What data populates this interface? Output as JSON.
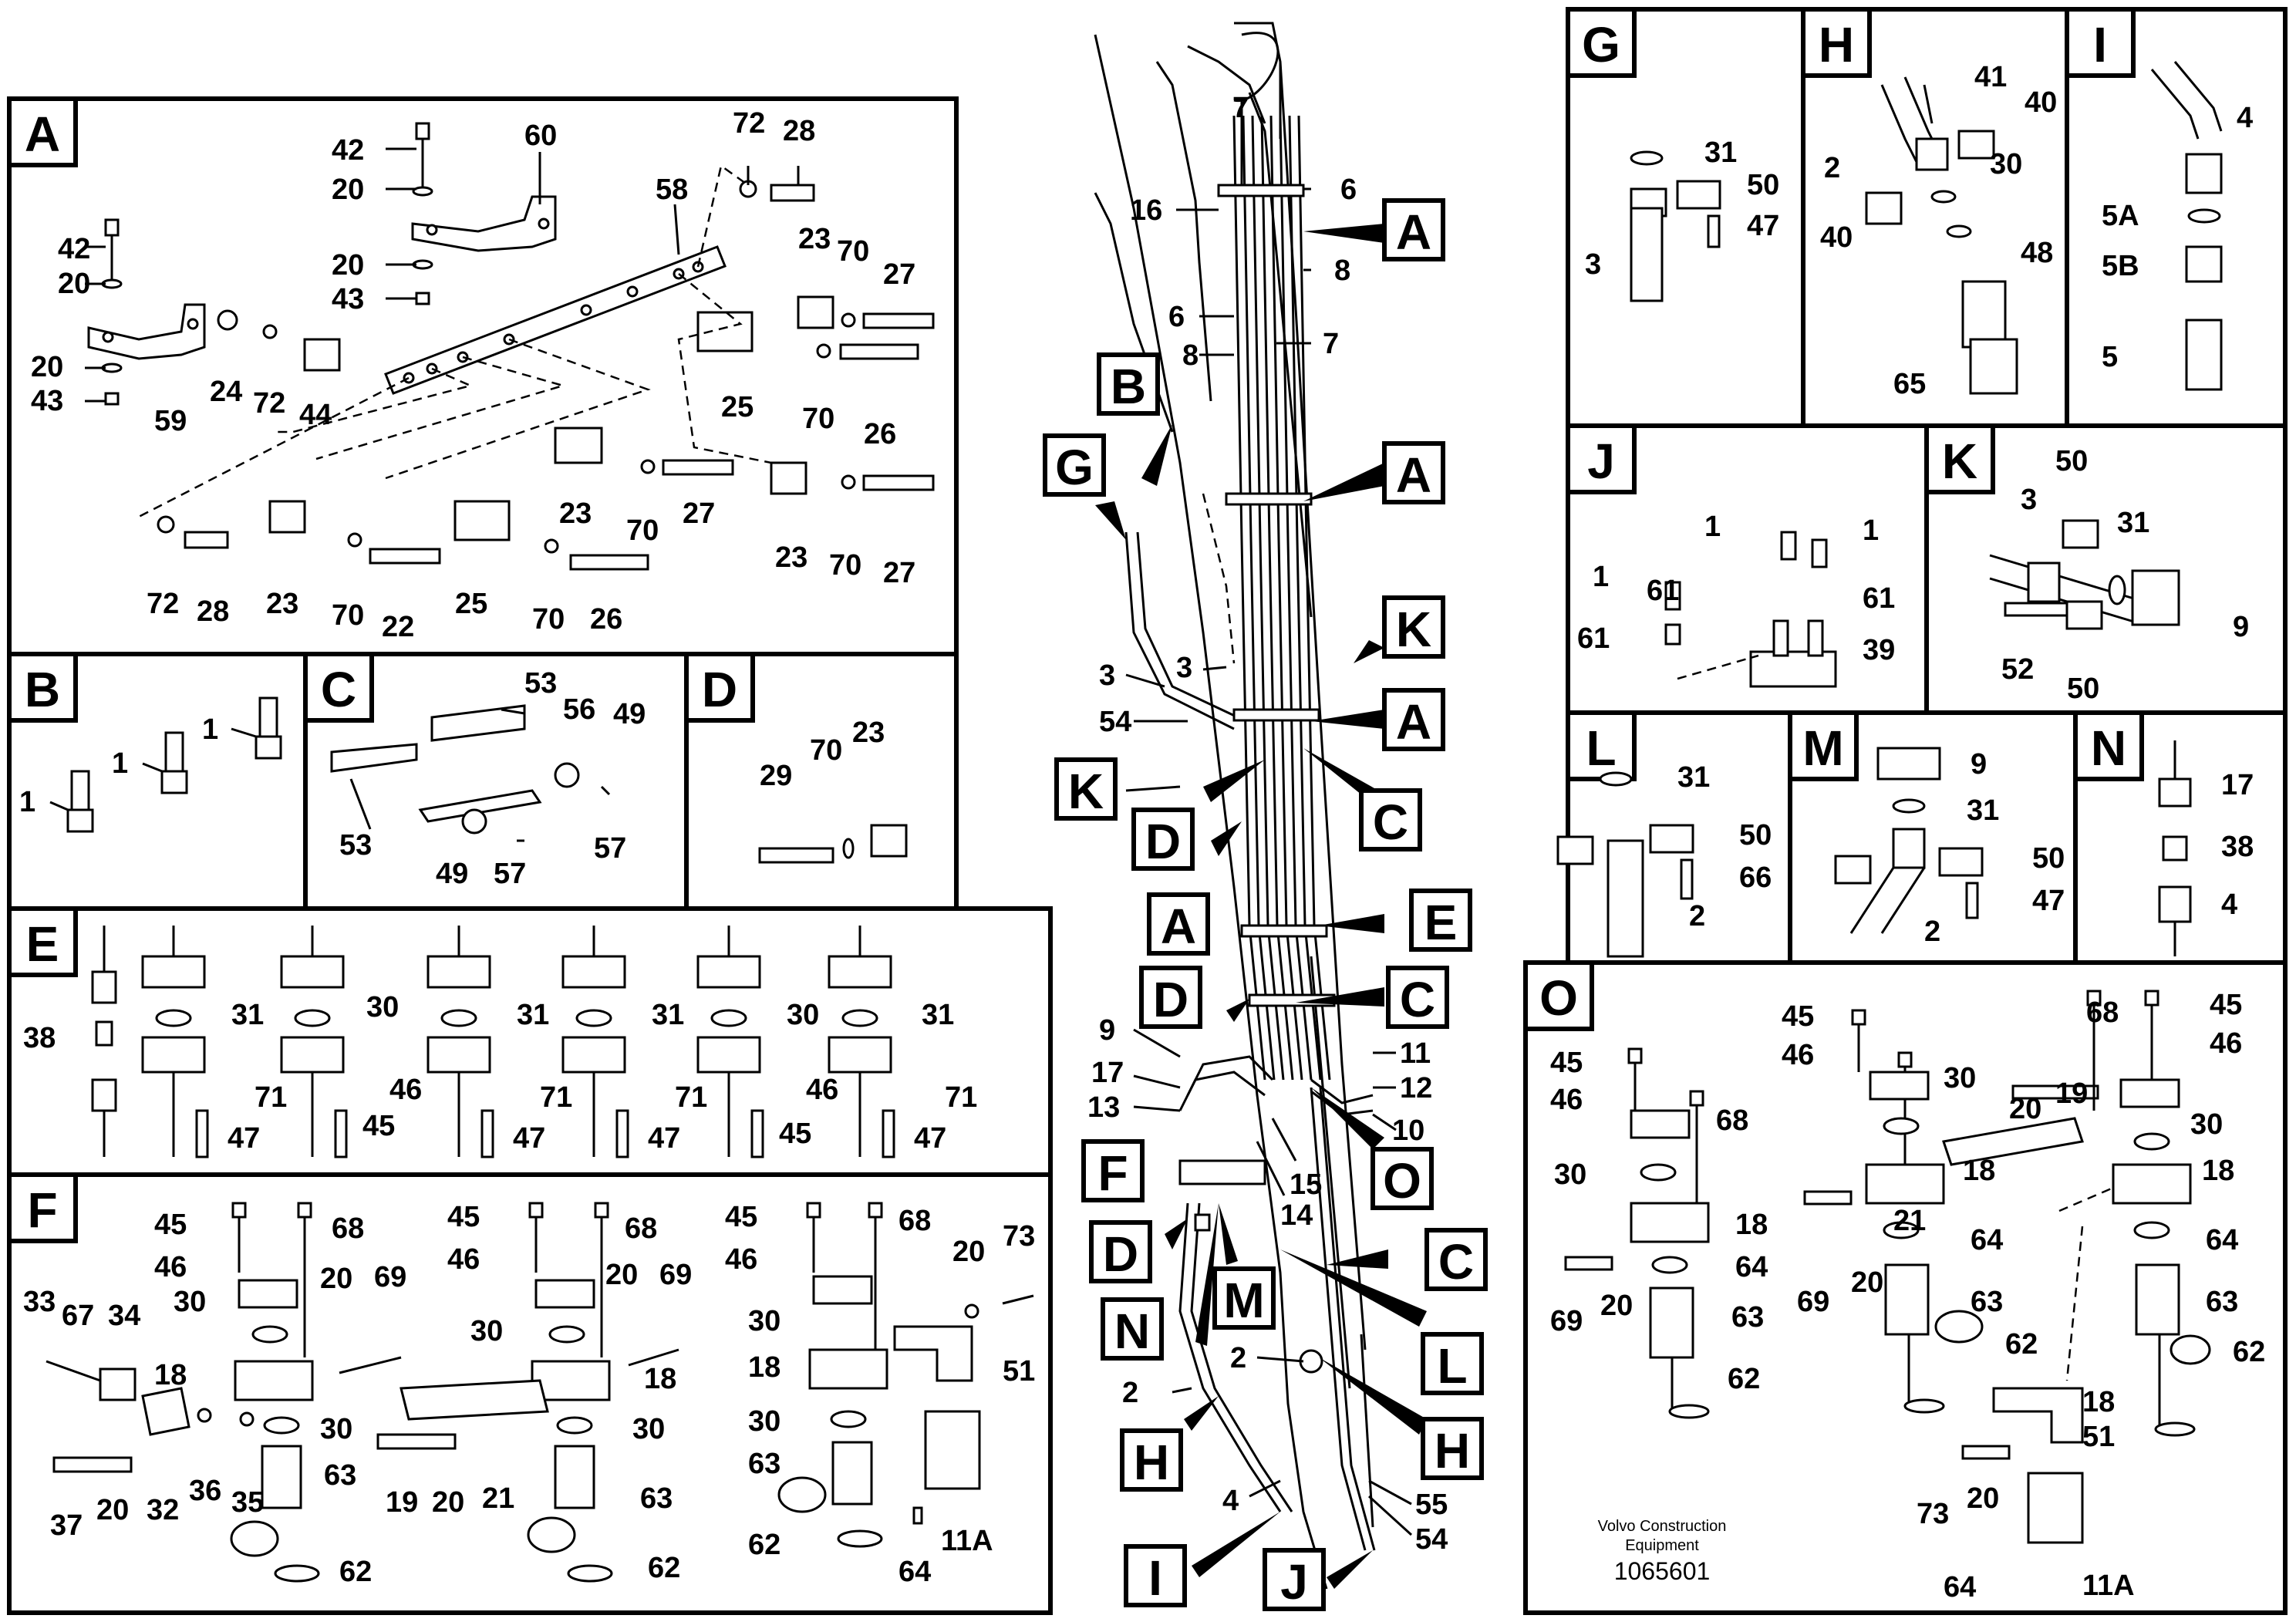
{
  "sections": {
    "A": "A",
    "B": "B",
    "C": "C",
    "D": "D",
    "E": "E",
    "F": "F",
    "G": "G",
    "H": "H",
    "I": "I",
    "J": "J",
    "K": "K",
    "L": "L",
    "M": "M",
    "N": "N",
    "O": "O"
  },
  "parts": {
    "A": [
      "42",
      "20",
      "60",
      "72",
      "28",
      "58",
      "42",
      "20",
      "20",
      "43",
      "23",
      "70",
      "27",
      "20",
      "24",
      "72",
      "44",
      "43",
      "59",
      "25",
      "70",
      "26",
      "23",
      "70",
      "27",
      "23",
      "70",
      "27",
      "72",
      "28",
      "23",
      "70",
      "22",
      "25",
      "70",
      "26"
    ],
    "B": [
      "1",
      "1",
      "1"
    ],
    "C": [
      "53",
      "56",
      "49",
      "53",
      "49",
      "57",
      "57"
    ],
    "D": [
      "29",
      "70",
      "23"
    ],
    "E": [
      "38",
      "31",
      "30",
      "31",
      "31",
      "30",
      "31",
      "71",
      "46",
      "71",
      "71",
      "46",
      "71",
      "47",
      "45",
      "47",
      "47",
      "45",
      "47"
    ],
    "F": [
      "45",
      "68",
      "45",
      "68",
      "45",
      "68",
      "73",
      "46",
      "46",
      "46",
      "20",
      "20",
      "20",
      "69",
      "69",
      "30",
      "30",
      "30",
      "18",
      "33",
      "67",
      "34",
      "18",
      "18",
      "51",
      "30",
      "30",
      "30",
      "37",
      "20",
      "32",
      "36",
      "35",
      "63",
      "19",
      "20",
      "21",
      "63",
      "63",
      "11A",
      "62",
      "62",
      "62",
      "64"
    ],
    "G": [
      "31",
      "50",
      "47",
      "3"
    ],
    "H": [
      "41",
      "40",
      "2",
      "30",
      "40",
      "48",
      "65"
    ],
    "I": [
      "4",
      "5A",
      "5B",
      "5"
    ],
    "J": [
      "1",
      "1",
      "1",
      "61",
      "61",
      "61",
      "39"
    ],
    "K": [
      "50",
      "3",
      "31",
      "9",
      "52",
      "50"
    ],
    "L": [
      "31",
      "50",
      "66",
      "2"
    ],
    "M": [
      "9",
      "31",
      "50",
      "47",
      "2"
    ],
    "N": [
      "17",
      "38",
      "4"
    ],
    "O": [
      "45",
      "45",
      "68",
      "45",
      "46",
      "46",
      "46",
      "68",
      "20",
      "19",
      "30",
      "30",
      "30",
      "18",
      "18",
      "18",
      "64",
      "64",
      "64",
      "69",
      "20",
      "69",
      "20",
      "63",
      "63",
      "63",
      "62",
      "62",
      "62",
      "18",
      "51",
      "73",
      "20",
      "11A",
      "64",
      "21"
    ],
    "main": [
      "7",
      "6",
      "16",
      "8",
      "6",
      "8",
      "7",
      "3",
      "3",
      "54",
      "9",
      "17",
      "13",
      "11",
      "12",
      "10",
      "15",
      "14",
      "2",
      "2",
      "4",
      "55",
      "54"
    ]
  },
  "callouts": [
    "A",
    "B",
    "G",
    "A",
    "K",
    "A",
    "K",
    "D",
    "C",
    "E",
    "A",
    "D",
    "C",
    "F",
    "O",
    "D",
    "C",
    "L",
    "N",
    "M",
    "H",
    "H",
    "I",
    "J"
  ],
  "footer": {
    "company": "Volvo Construction",
    "company2": "Equipment",
    "number": "1065601"
  }
}
